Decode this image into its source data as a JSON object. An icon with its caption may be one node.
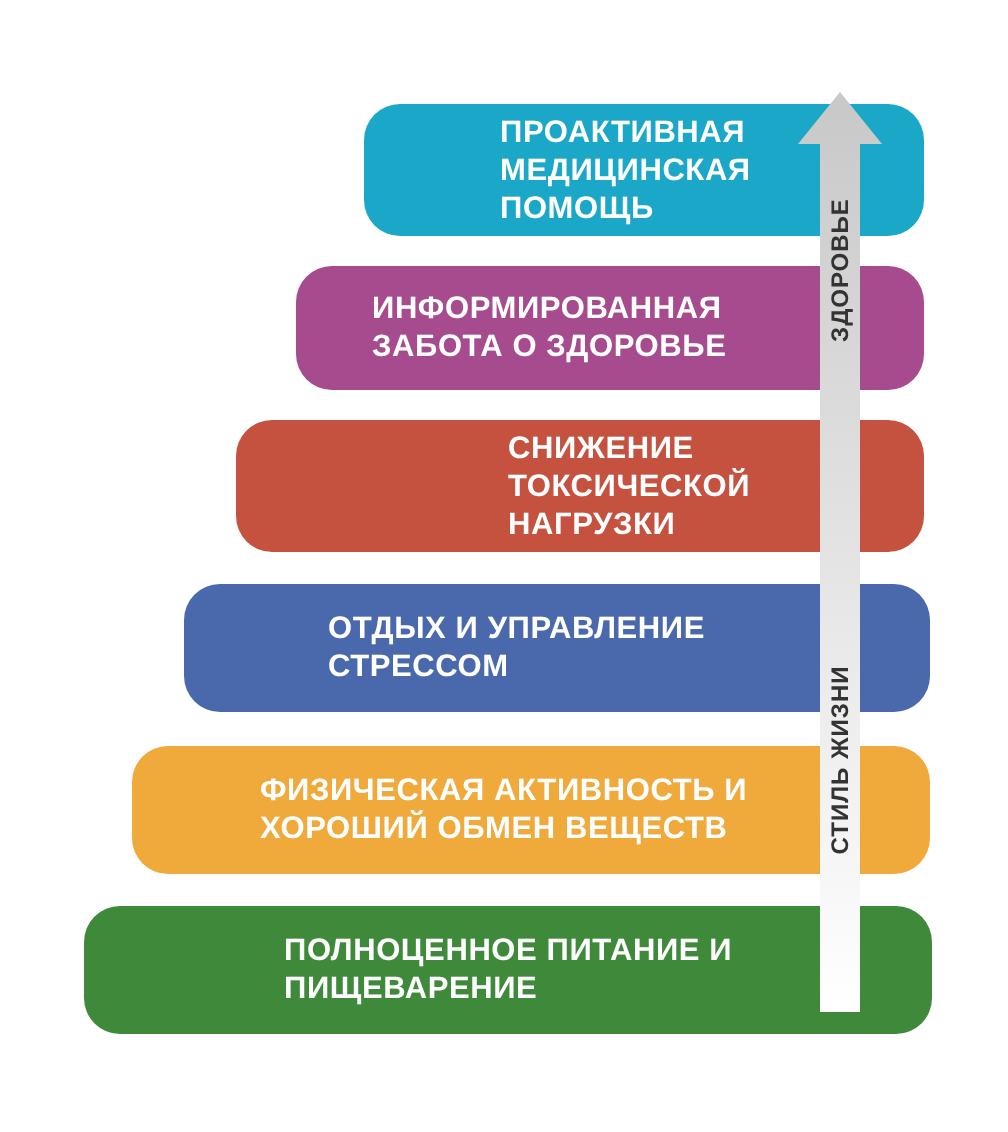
{
  "diagram": {
    "nodes": [
      {
        "text": [
          "ПРОАКТИВНАЯ МЕДИЦИНСКАЯ ПОМОЩЬ"
        ]
      },
      {
        "text": [
          "ИНФОРМИРОВАННАЯ ЗАБОТА О ЗДОРОВЬЕ"
        ]
      },
      {
        "text": [
          "СНИЖЕНИЕ ТОКСИЧЕСКОЙ НАГРУЗКИ"
        ]
      },
      {
        "text": [
          "ОТДЫХ И УПРАВЛЕНИЕ СТРЕССОМ"
        ]
      },
      {
        "text": [
          "ФИЗИЧЕСКАЯ АКТИВНОСТЬ И ХОРОШИЙ ОБМЕН ВЕЩЕСТВ"
        ]
      },
      {
        "text": [
          "ПОЛНОЦЕННОЕ ПИТАНИЕ И ПИЩЕВАРЕНИЕ"
        ]
      }
    ],
    "labels": [
      "ЗДОРОВЬЕ",
      "СТИЛЬ ЖИЗНИ"
    ]
  }
}
